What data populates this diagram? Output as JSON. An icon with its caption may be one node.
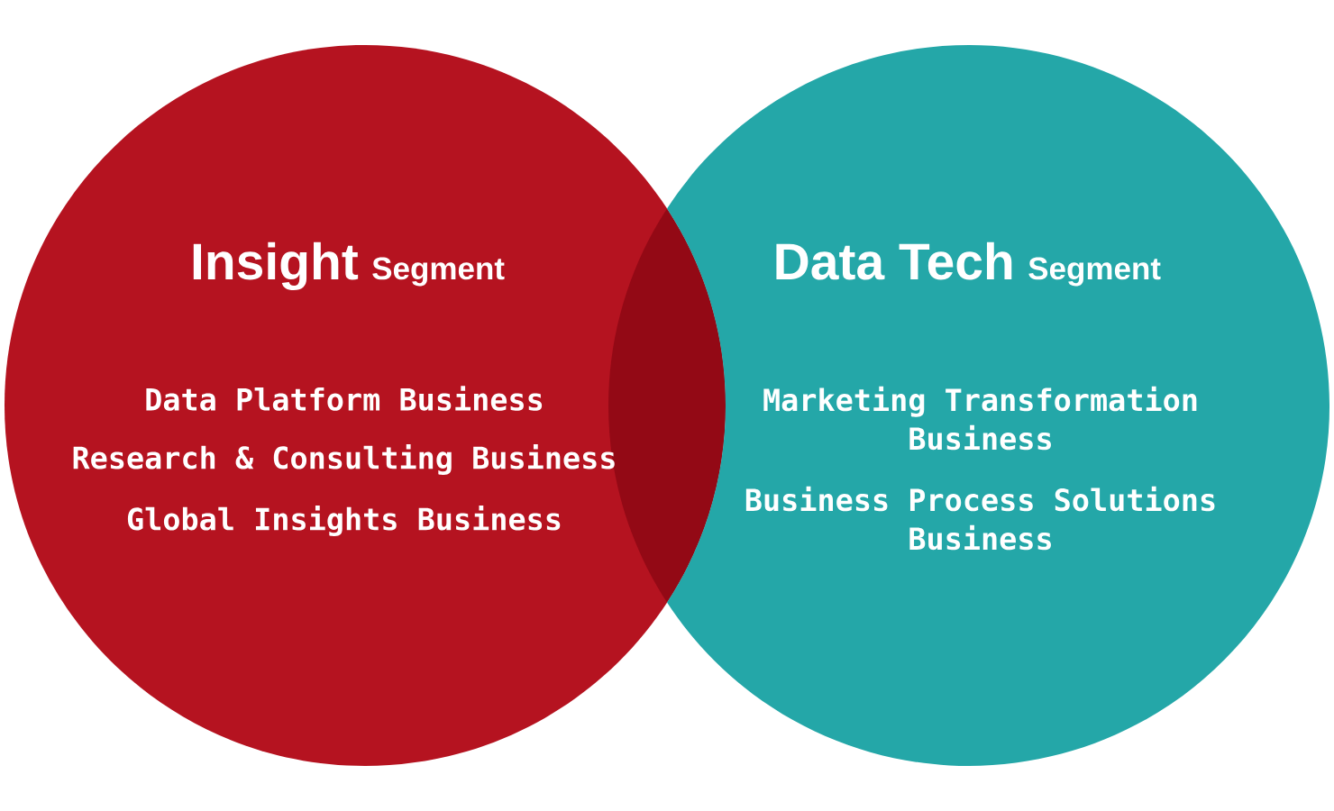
{
  "diagram": {
    "nodes": [
      {
        "text": [
          "Insight",
          "Segment",
          "Data Platform Business",
          "Research & Consulting Business",
          "Global Insights Business"
        ]
      },
      {
        "text": [
          "Data Tech",
          "Segment",
          "Marketing Transformation Business",
          "Business Process Solutions Business"
        ]
      }
    ]
  }
}
